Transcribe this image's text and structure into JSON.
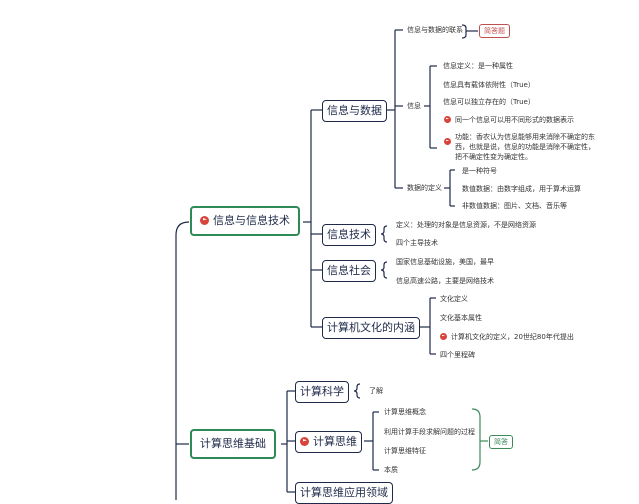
{
  "root": {
    "info_tech": {
      "label": "信息与信息技术",
      "data_node": {
        "label": "信息与数据",
        "relation": {
          "label": "信息与数据的联系",
          "tag": "简答题"
        },
        "info": {
          "label": "信息",
          "items": [
            "信息定义：是一种属性",
            "信息具有载体依附性（True）",
            "信息可以独立存在的（True）",
            "同一个信息可以用不同形式的数据表示",
            "功能：香农认为信息能够用来消除不确定的东西，也就是说，信息的功能是消除不确定性，把不确定性变为确定性。"
          ]
        },
        "data_def": {
          "label": "数据的定义",
          "items": [
            "是一种符号",
            "数值数据：由数字组成，用于算术运算",
            "非数值数据：图片、文档、音乐等"
          ]
        }
      },
      "tech_node": {
        "label": "信息技术",
        "items": [
          "定义：处理的对象是信息资源，不是网络资源",
          "四个主导技术"
        ]
      },
      "society_node": {
        "label": "信息社会",
        "items": [
          "国家信息基础设施，美国，最早",
          "信息高速公路，主要是网络技术"
        ]
      },
      "culture_node": {
        "label": "计算机文化的内涵",
        "items": [
          "文化定义",
          "文化基本属性",
          "计算机文化的定义，20世纪80年代提出",
          "四个里程碑"
        ]
      }
    },
    "ct_basics": {
      "label": "计算思维基础",
      "science_node": {
        "label": "计算科学",
        "items": [
          "了解"
        ]
      },
      "thinking_node": {
        "label": "计算思维",
        "items": [
          "计算思维概念",
          "利用计算手段求解问题的过程",
          "计算思维特征",
          "本质"
        ],
        "tag": "简答"
      },
      "app_node": {
        "label": "计算思维应用领域"
      }
    }
  }
}
